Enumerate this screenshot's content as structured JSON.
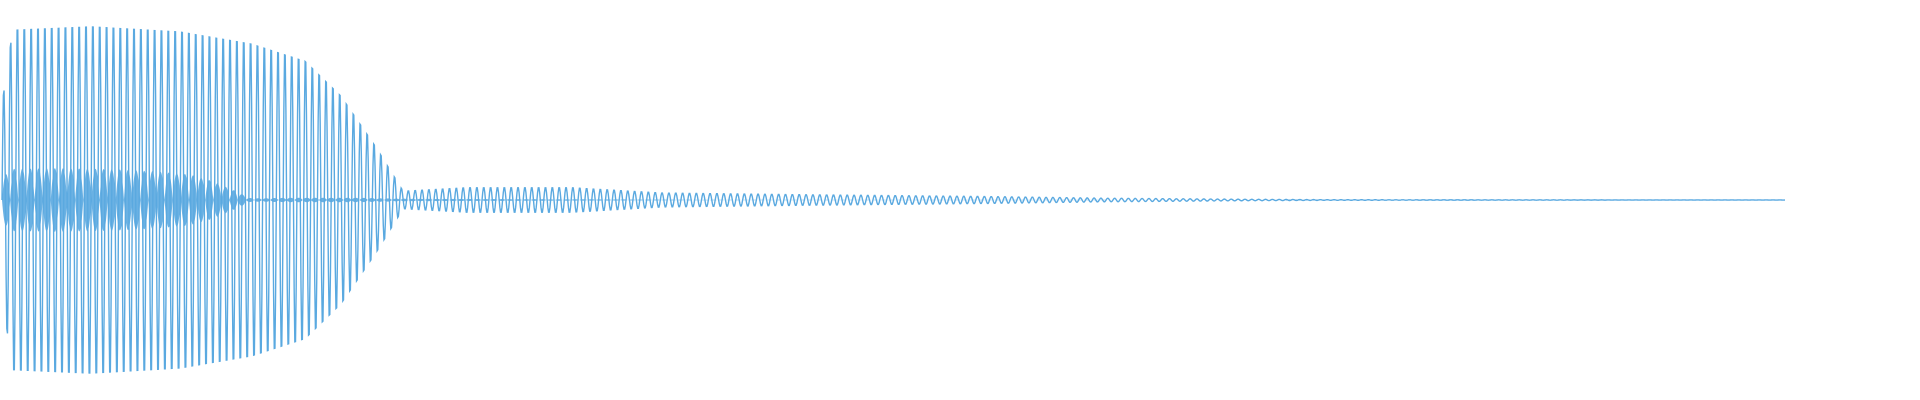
{
  "waveform": {
    "color": "#5aa9e0",
    "background": "#ffffff",
    "line_style_tail": "dashed",
    "total_cycles": 68,
    "decay_envelope": [
      {
        "t": 0.0,
        "amp": 0.55
      },
      {
        "t": 0.006,
        "amp": 0.98
      },
      {
        "t": 0.05,
        "amp": 1.0
      },
      {
        "t": 0.1,
        "amp": 0.97
      },
      {
        "t": 0.14,
        "amp": 0.9
      },
      {
        "t": 0.17,
        "amp": 0.8
      },
      {
        "t": 0.19,
        "amp": 0.6
      },
      {
        "t": 0.21,
        "amp": 0.3
      },
      {
        "t": 0.225,
        "amp": 0.05
      },
      {
        "t": 0.26,
        "amp": 0.07
      },
      {
        "t": 0.32,
        "amp": 0.07
      },
      {
        "t": 0.37,
        "amp": 0.04
      },
      {
        "t": 0.45,
        "amp": 0.03
      },
      {
        "t": 0.55,
        "amp": 0.02
      },
      {
        "t": 0.62,
        "amp": 0.01
      },
      {
        "t": 0.7,
        "amp": 0.004
      },
      {
        "t": 0.75,
        "amp": 0.0015
      },
      {
        "t": 0.93,
        "amp": 0.0005
      }
    ]
  }
}
